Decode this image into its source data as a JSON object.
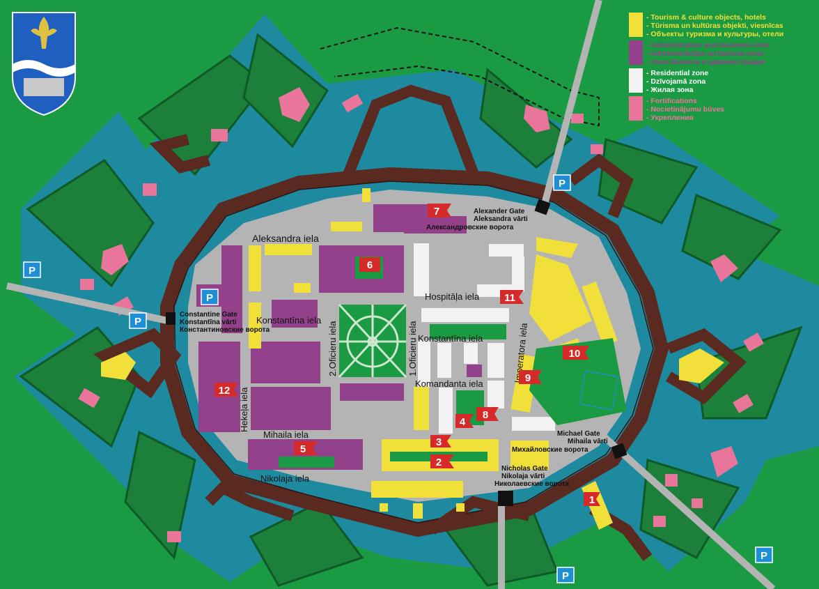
{
  "legend": [
    {
      "color": "#f2e03a",
      "text_color": "#f2e03a",
      "lines": [
        "- Tourism & culture objects, hotels",
        "- Tūrisma un kultūras objekti, viesnīcas",
        "- Объекты туризма и культуры, отели"
      ]
    },
    {
      "color": "#93418a",
      "text_color": "#93418a",
      "lines": [
        "- Administration and business zone",
        "- Administrācijas un biznesa zona",
        "- Зона бизнеса и администрации"
      ]
    },
    {
      "color": "#f2f2f2",
      "text_color": "#ffffff",
      "lines": [
        "- Residential zone",
        "- Dzīvojamā zona",
        "- Жилая зона"
      ]
    },
    {
      "color": "#e9769a",
      "text_color": "#e9769a",
      "lines": [
        "- Fortifications",
        "- Nocietinājumu būves",
        "- Укрепления"
      ]
    }
  ],
  "streets": {
    "aleksandra": "Aleksandra iela",
    "konstantina_w": "Konstantīna iela",
    "konstantina_e": "Konstantīna iela",
    "hospitala": "Hospitāļa iela",
    "komandanta": "Komandanta iela",
    "mihaila": "Mihaila iela",
    "nikolaja": "Nikolaja iela",
    "hekela": "Hekeļa iela",
    "oficieru2": "2.Oficieru iela",
    "oficieru1": "1.Oficieru iela",
    "imperatora": "Imperatora iela"
  },
  "gates": {
    "alexander": [
      "Alexander Gate",
      "Aleksandra vārti",
      "Александровские ворота"
    ],
    "constantine": [
      "Constantine Gate",
      "Konstantīna vārti",
      "Константиновские ворота"
    ],
    "michael": [
      "Michael Gate",
      "Mihaila vārti",
      "Михайловские ворота"
    ],
    "nicholas": [
      "Nicholas Gate",
      "Nikolaja vārti",
      "Николаевские ворота"
    ]
  },
  "markers": [
    "1",
    "2",
    "3",
    "4",
    "5",
    "6",
    "7",
    "8",
    "9",
    "10",
    "11",
    "12"
  ],
  "parking_label": "P",
  "colors": {
    "grass": "#1a9a42",
    "water": "#1e8aa0",
    "wall": "#5a2a20",
    "road": "#b4b4b4",
    "tourism": "#f2e03a",
    "admin": "#93418a",
    "residential": "#f2f2f2",
    "fort": "#e9769a",
    "marker": "#d62a2a",
    "parking": "#1e8fd6"
  }
}
